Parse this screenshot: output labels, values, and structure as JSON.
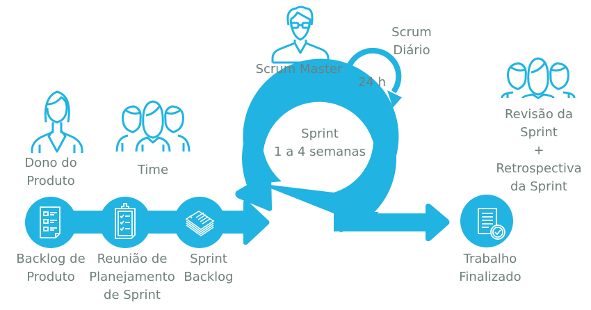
{
  "colors": {
    "accent": "#21b3e2",
    "text": "#6f7f7c",
    "background": "#ffffff"
  },
  "roles": {
    "product_owner": {
      "icon": "businesswoman-icon",
      "lines": [
        "Dono do",
        "Produto"
      ]
    },
    "team": {
      "icon": "team-icon",
      "lines": [
        "Time"
      ]
    },
    "scrum_master": {
      "icon": "man-with-glasses-icon",
      "lines": [
        "Scrum Master"
      ]
    },
    "review_team": {
      "icon": "team-icon"
    }
  },
  "steps": [
    {
      "icon": "checklist-document-icon",
      "lines": [
        "Backlog de",
        "Produto"
      ]
    },
    {
      "icon": "clipboard-checklist-icon",
      "lines": [
        "Reunião de",
        "Planejamento",
        "de Sprint"
      ]
    },
    {
      "icon": "stack-of-papers-icon",
      "lines": [
        "Sprint",
        "Backlog"
      ]
    },
    {
      "icon": "document-check-icon",
      "lines": [
        "Trabalho",
        "Finalizado"
      ]
    }
  ],
  "sprint_loop": {
    "lines": [
      "Sprint",
      "1 a 4 semanas"
    ]
  },
  "daily_loop": {
    "duration": "24 h",
    "lines": [
      "Scrum",
      "Diário"
    ]
  },
  "review": {
    "lines": [
      "Revisão da",
      "Sprint",
      "+",
      "Retrospectiva",
      "da Sprint"
    ]
  }
}
